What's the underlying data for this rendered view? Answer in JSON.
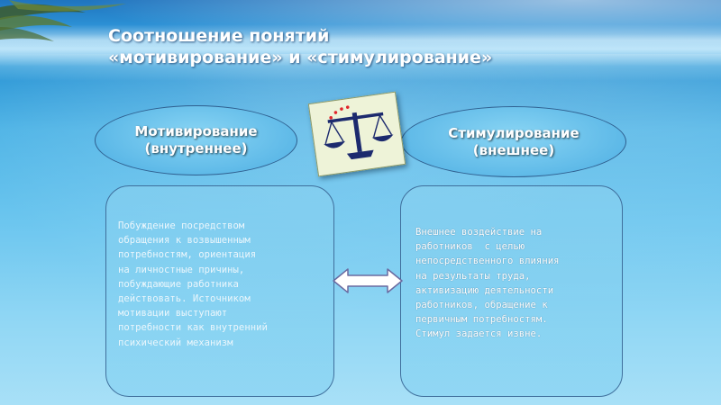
{
  "title": {
    "line1": "Соотношение понятий",
    "line2": "«мотивирование» и «стимулирование»"
  },
  "left_oval": {
    "line1": "Мотивирование",
    "line2": "(внутреннее)"
  },
  "right_oval": {
    "line1": "Стимулирование",
    "line2": "(внешнее)"
  },
  "left_panel": {
    "text": "Побуждение посредством\nобращения к возвышенным\nпотребностям, ориентация\nна личностные причины,\nпобуждающие работника\nдействовать. Источником\nмотивации выступают\nпотребности как внутренний\nпсихический механизм"
  },
  "right_panel": {
    "text": "Внешнее воздействие на\nработников  с целью\nнепосредственного влияния\nна результаты труда,\nактивизацию деятельности\nработников, обращение к\nпервичным потребностям.\nСтимул задается извне."
  },
  "icons": {
    "scales": "scales-icon",
    "arrow": "double-arrow-icon"
  },
  "colors": {
    "scales_dark": "#1c2a6e",
    "scales_dots": "#e0242a",
    "arrow_fill": "#ffffff",
    "arrow_stroke": "#6a6aa0"
  }
}
